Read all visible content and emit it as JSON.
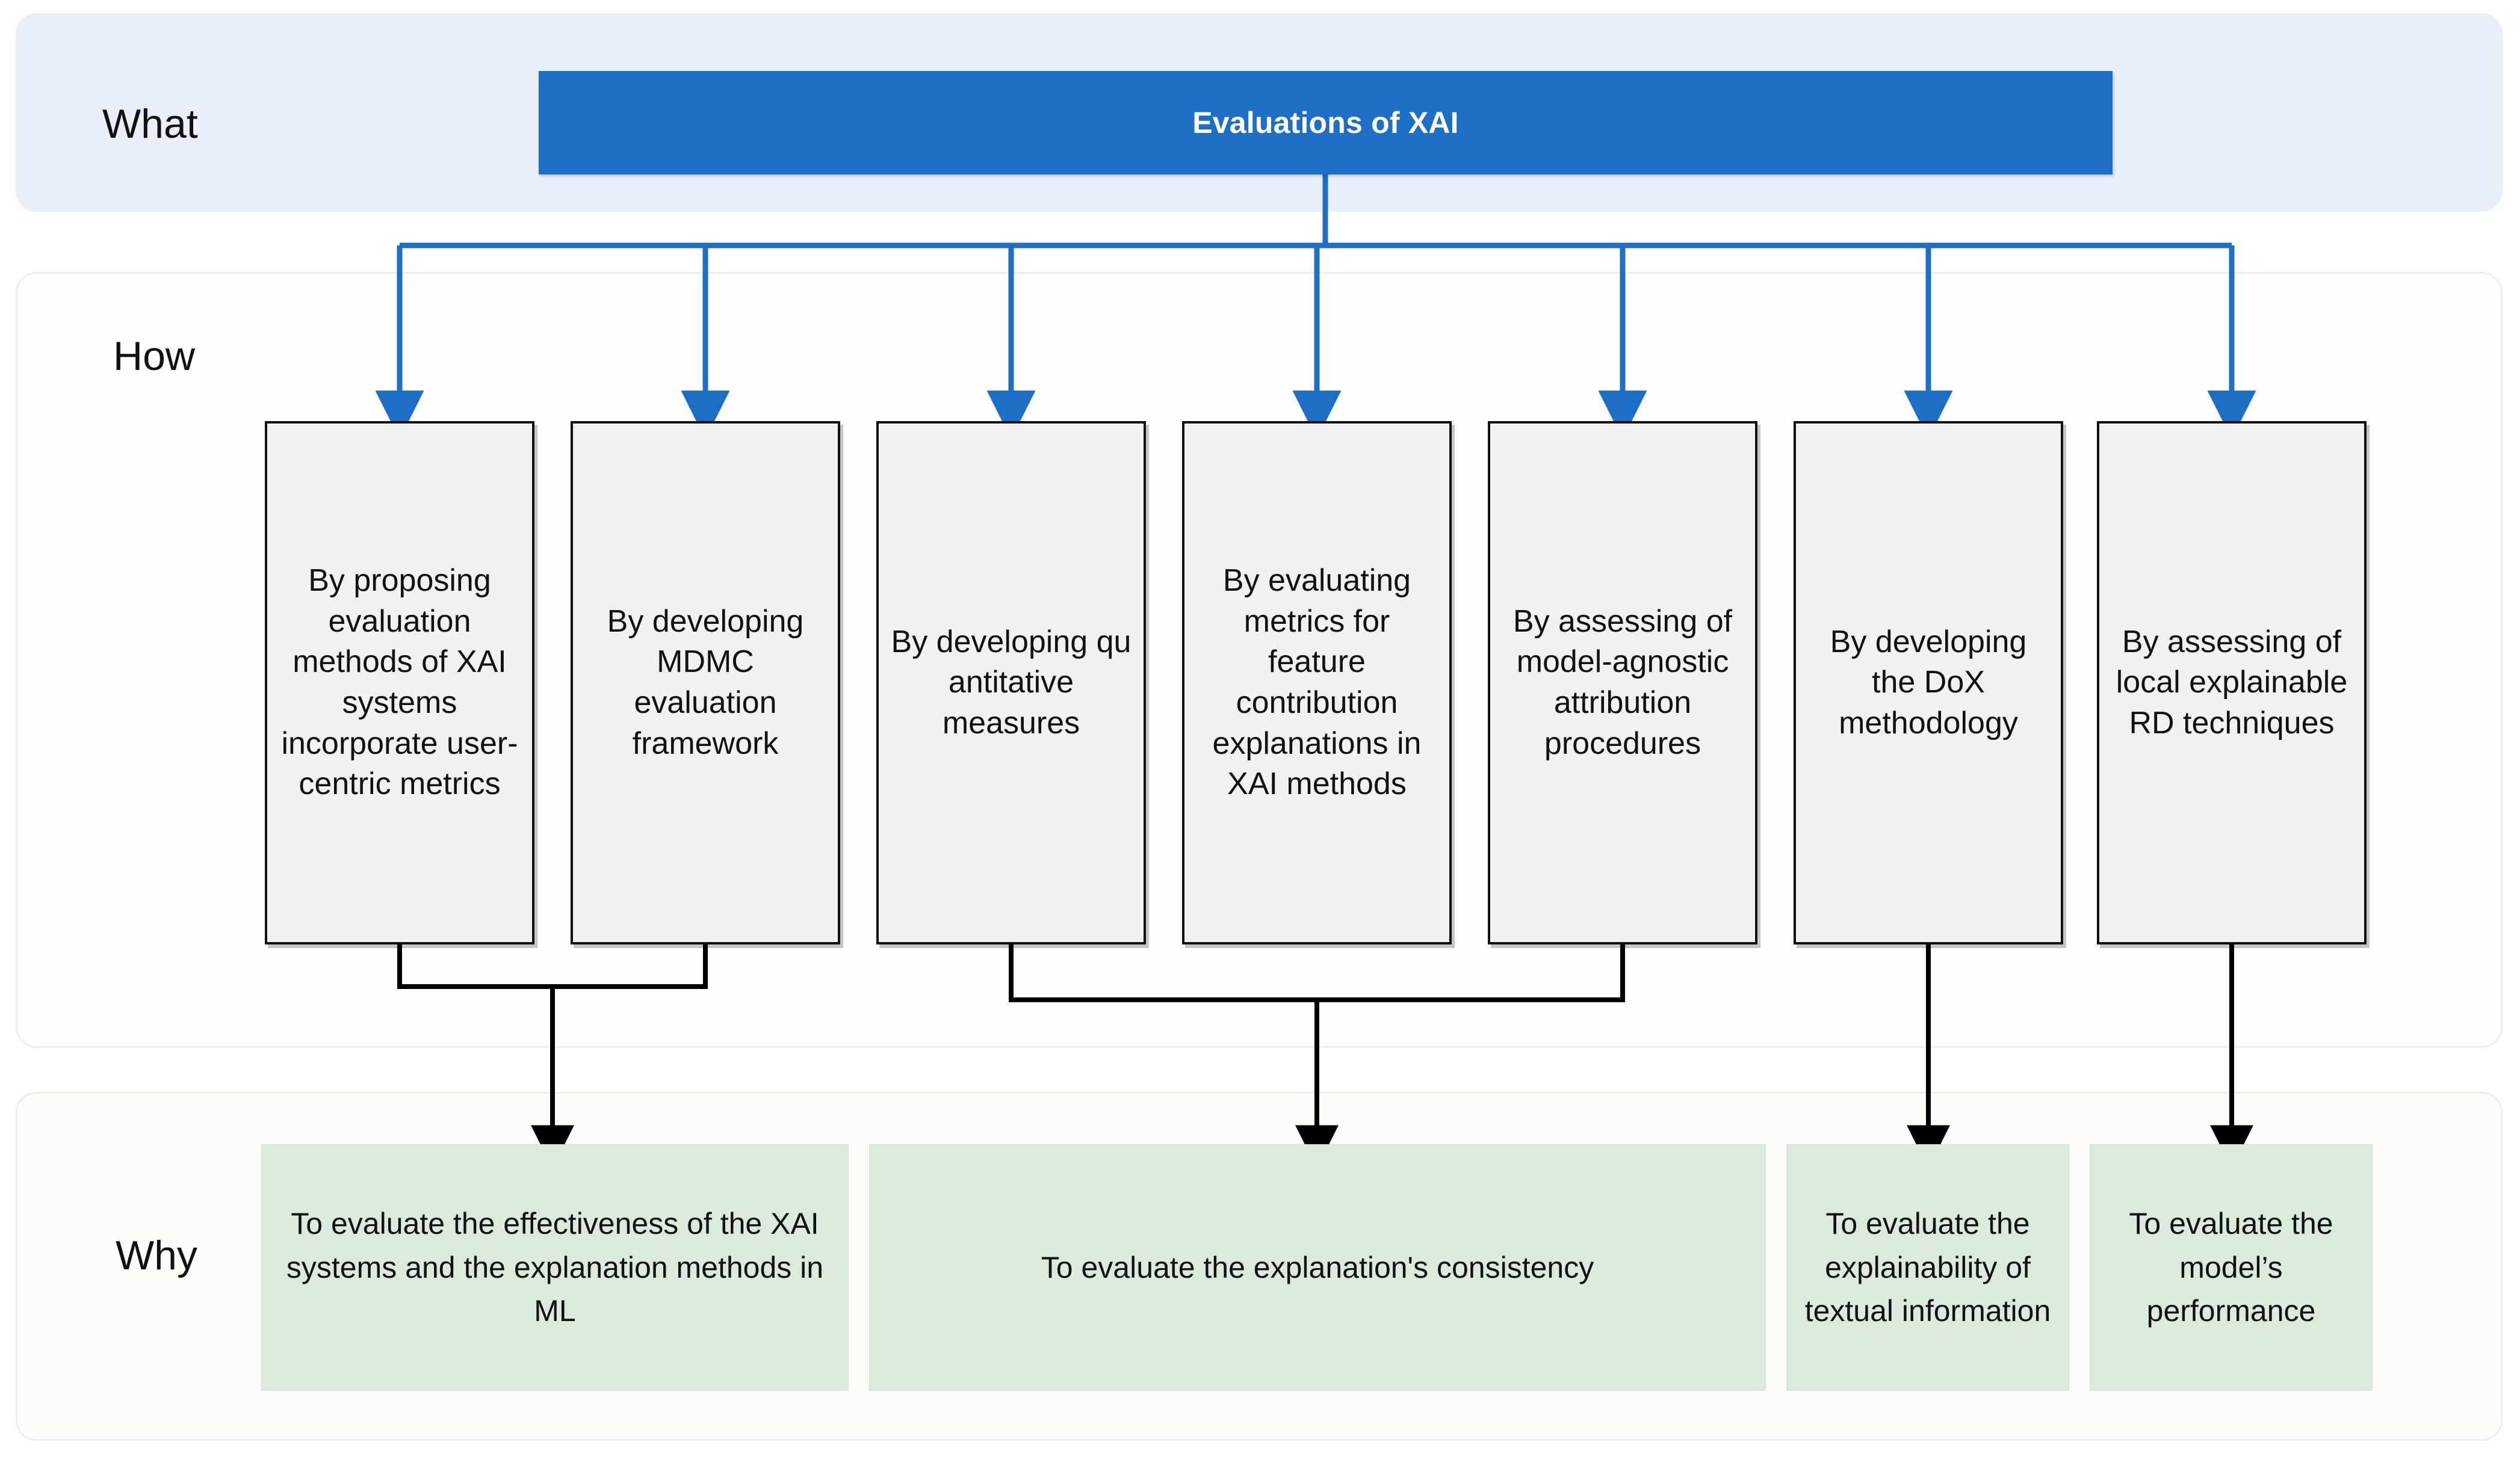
{
  "diagram": {
    "title": "Evaluations of XAI",
    "rows": {
      "what": "What",
      "how": "How",
      "why": "Why"
    },
    "colors": {
      "root_fill": "#1c6fc4",
      "root_text": "#ffffff",
      "what_band": "#e9eff9",
      "how_band": "#fdfdfd",
      "why_band": "#fcfdf9",
      "how_box_fill": "#f1f1f1",
      "how_box_border": "#111111",
      "why_box_fill": "#dceadb",
      "blue_connector": "#1c6fc4",
      "black_connector": "#000000"
    },
    "root": {
      "label": "Evaluations of XAI"
    },
    "how_nodes": [
      {
        "id": "how-1",
        "label": "By proposing evaluation methods of XAI systems incorporate user-centric metrics"
      },
      {
        "id": "how-2",
        "label": "By developing MDMC evaluation framework"
      },
      {
        "id": "how-3",
        "label": "By developing qu antitative measures"
      },
      {
        "id": "how-4",
        "label": "By evaluating metrics for feature contribution explanations in XAI methods"
      },
      {
        "id": "how-5",
        "label": "By assessing of model-agnostic attribution procedures"
      },
      {
        "id": "how-6",
        "label": "By developing the DoX methodology"
      },
      {
        "id": "how-7",
        "label": "By assessing of local explainable RD techniques"
      }
    ],
    "why_nodes": [
      {
        "id": "why-1",
        "label": "To evaluate the effectiveness of the XAI systems and the explanation methods in ML",
        "from": [
          "how-1",
          "how-2"
        ]
      },
      {
        "id": "why-2",
        "label": "To evaluate the explanation's consistency",
        "from": [
          "how-3",
          "how-4",
          "how-5"
        ]
      },
      {
        "id": "why-3",
        "label": "To evaluate the explainability of textual information",
        "from": [
          "how-6"
        ]
      },
      {
        "id": "why-4",
        "label": "To evaluate the model’s performance",
        "from": [
          "how-7"
        ]
      }
    ]
  }
}
